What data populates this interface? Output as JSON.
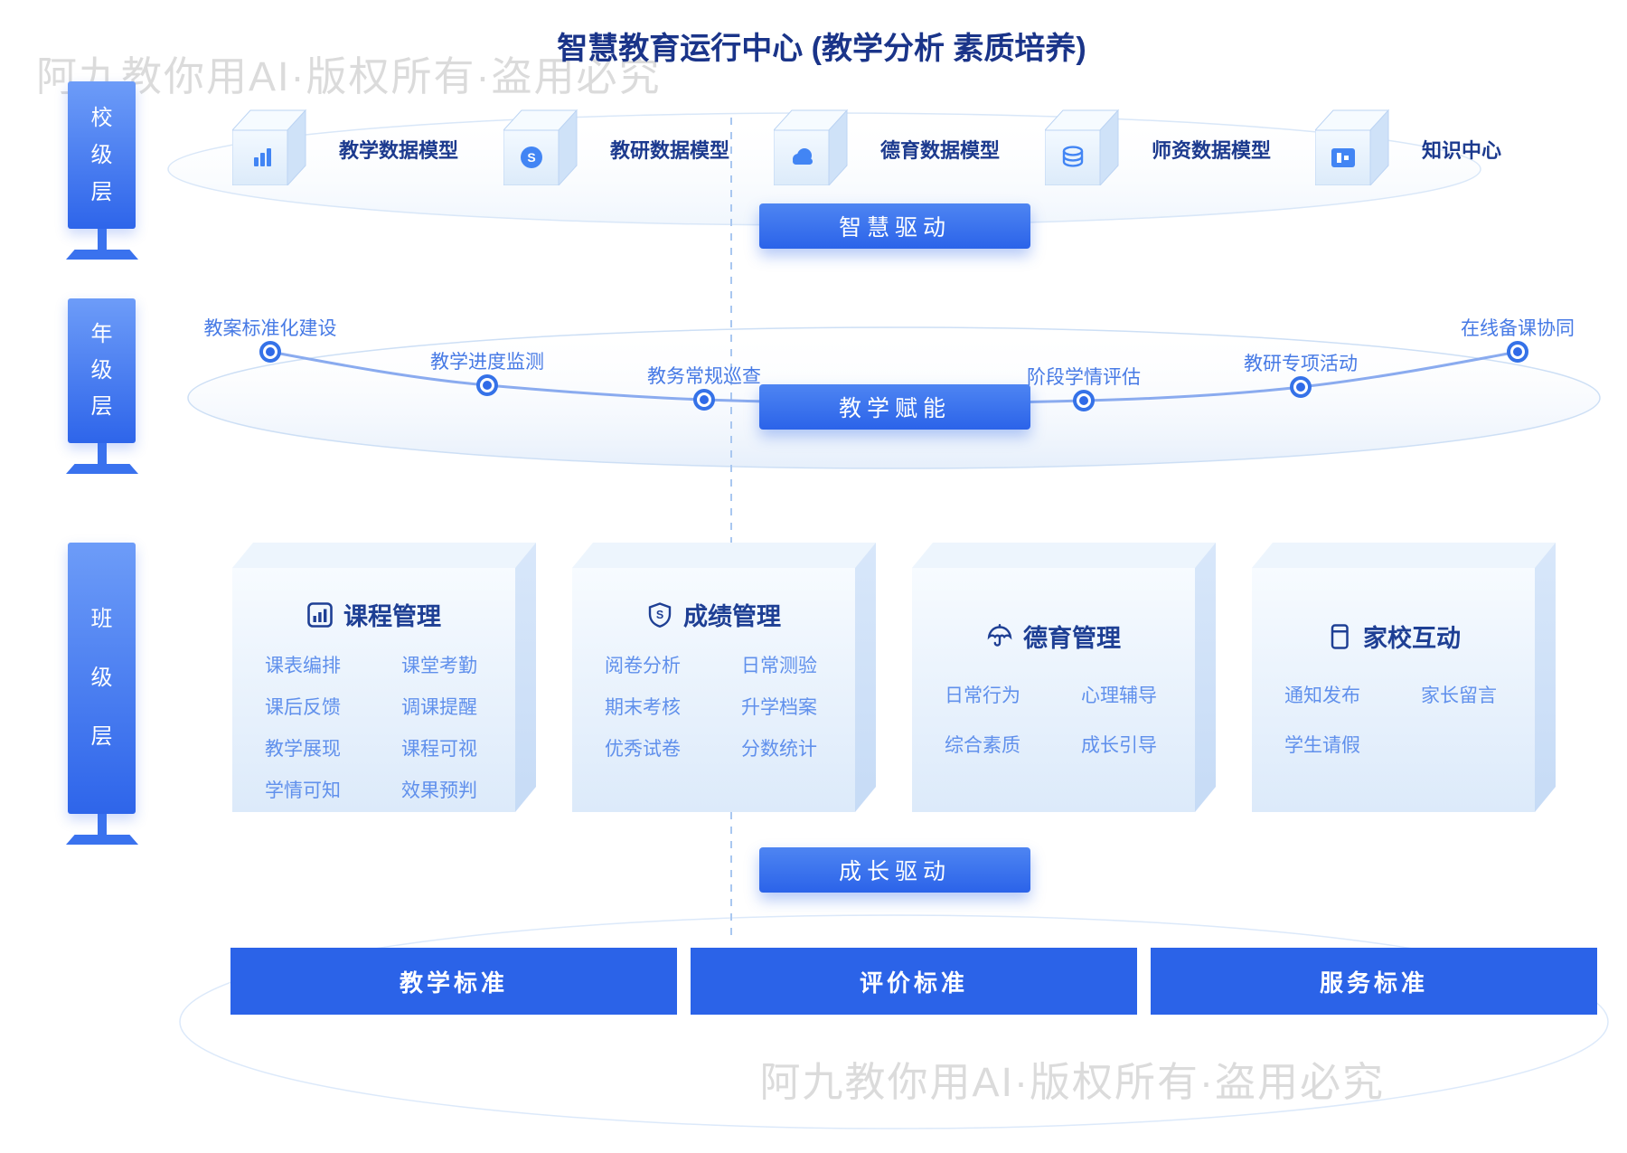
{
  "title": "智慧教育运行中心 (教学分析 素质培养)",
  "watermark": {
    "top": "阿九教你用AI·版权所有·盗用必究",
    "bottom": "阿九教你用AI·版权所有·盗用必究"
  },
  "pillars": [
    {
      "label": "校级层"
    },
    {
      "label": "年级层"
    },
    {
      "label": "班级层"
    }
  ],
  "models": [
    {
      "icon": "bar-chart-icon",
      "label": "教学数据模型"
    },
    {
      "icon": "s-circle-icon",
      "label": "教研数据模型"
    },
    {
      "icon": "cloud-icon",
      "label": "德育数据模型"
    },
    {
      "icon": "database-icon",
      "label": "师资数据模型"
    },
    {
      "icon": "chart-board-icon",
      "label": "知识中心"
    }
  ],
  "drive_buttons": [
    {
      "label": "智慧驱动"
    },
    {
      "label": "教学赋能"
    },
    {
      "label": "成长驱动"
    }
  ],
  "timeline": [
    {
      "label": "教案标准化建设"
    },
    {
      "label": "教学进度监测"
    },
    {
      "label": "教务常规巡查"
    },
    {
      "label": "阶段学情评估"
    },
    {
      "label": "教研专项活动"
    },
    {
      "label": "在线备课协同"
    }
  ],
  "cards": [
    {
      "icon": "chart-frame-icon",
      "title": "课程管理",
      "items": [
        "课表编排",
        "课堂考勤",
        "课后反馈",
        "调课提醒",
        "教学展现",
        "课程可视",
        "学情可知",
        "效果预判"
      ]
    },
    {
      "icon": "shield-s-icon",
      "title": "成绩管理",
      "items": [
        "阅卷分析",
        "日常测验",
        "期末考核",
        "升学档案",
        "优秀试卷",
        "分数统计"
      ]
    },
    {
      "icon": "umbrella-icon",
      "title": "德育管理",
      "items": [
        "日常行为",
        "心理辅导",
        "综合素质",
        "成长引导"
      ]
    },
    {
      "icon": "tablet-icon",
      "title": "家校互动",
      "items": [
        "通知发布",
        "家长留言",
        "学生请假"
      ]
    }
  ],
  "standards": [
    {
      "label": "教学标准"
    },
    {
      "label": "评价标准"
    },
    {
      "label": "服务标准"
    }
  ],
  "colors": {
    "accent": "#2b63e8",
    "navy_text": "#1a3489",
    "item_blue": "#6090ec",
    "timeline_blue": "#477ae5",
    "watermark_gray": "#dbdbdb",
    "icon_blue": "#4285f4"
  }
}
